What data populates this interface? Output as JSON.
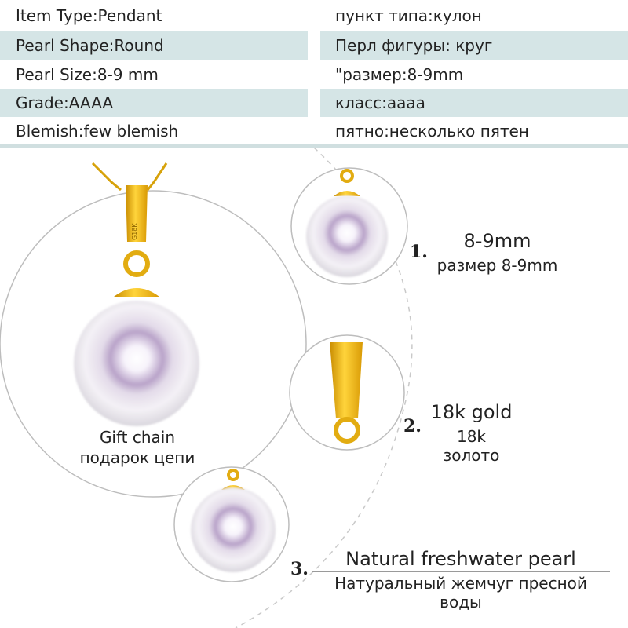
{
  "specs": [
    {
      "en": "Item Type:Pendant",
      "ru": "пункт типа:кулон",
      "shaded": false
    },
    {
      "en": "Pearl Shape:Round",
      "ru": "Перл фигуры: круг",
      "shaded": true
    },
    {
      "en": "Pearl Size:8-9 mm",
      "ru": "\"размер:8-9mm",
      "shaded": false
    },
    {
      "en": "Grade:AAAA",
      "ru": "класс:аааа",
      "shaded": true
    },
    {
      "en": "Blemish:few blemish",
      "ru": "пятно:несколько пятен",
      "shaded": false
    }
  ],
  "gift": {
    "line1": "Gift chain",
    "line2": "подарок цепи"
  },
  "features": [
    {
      "number": "1.",
      "title": "8-9mm",
      "subtitle": "размер 8-9mm"
    },
    {
      "number": "2.",
      "title": "18k gold",
      "subtitle": "18k золото"
    },
    {
      "number": "3.",
      "title": "Natural freshwater pearl",
      "subtitle": "Натуральный жемчуг пресной воды"
    }
  ],
  "bail_engraving": "G18K",
  "colors": {
    "row_shade": "#d5e5e6",
    "gold": "#e8b40f",
    "pearl_tint": "#b9a3c9"
  }
}
